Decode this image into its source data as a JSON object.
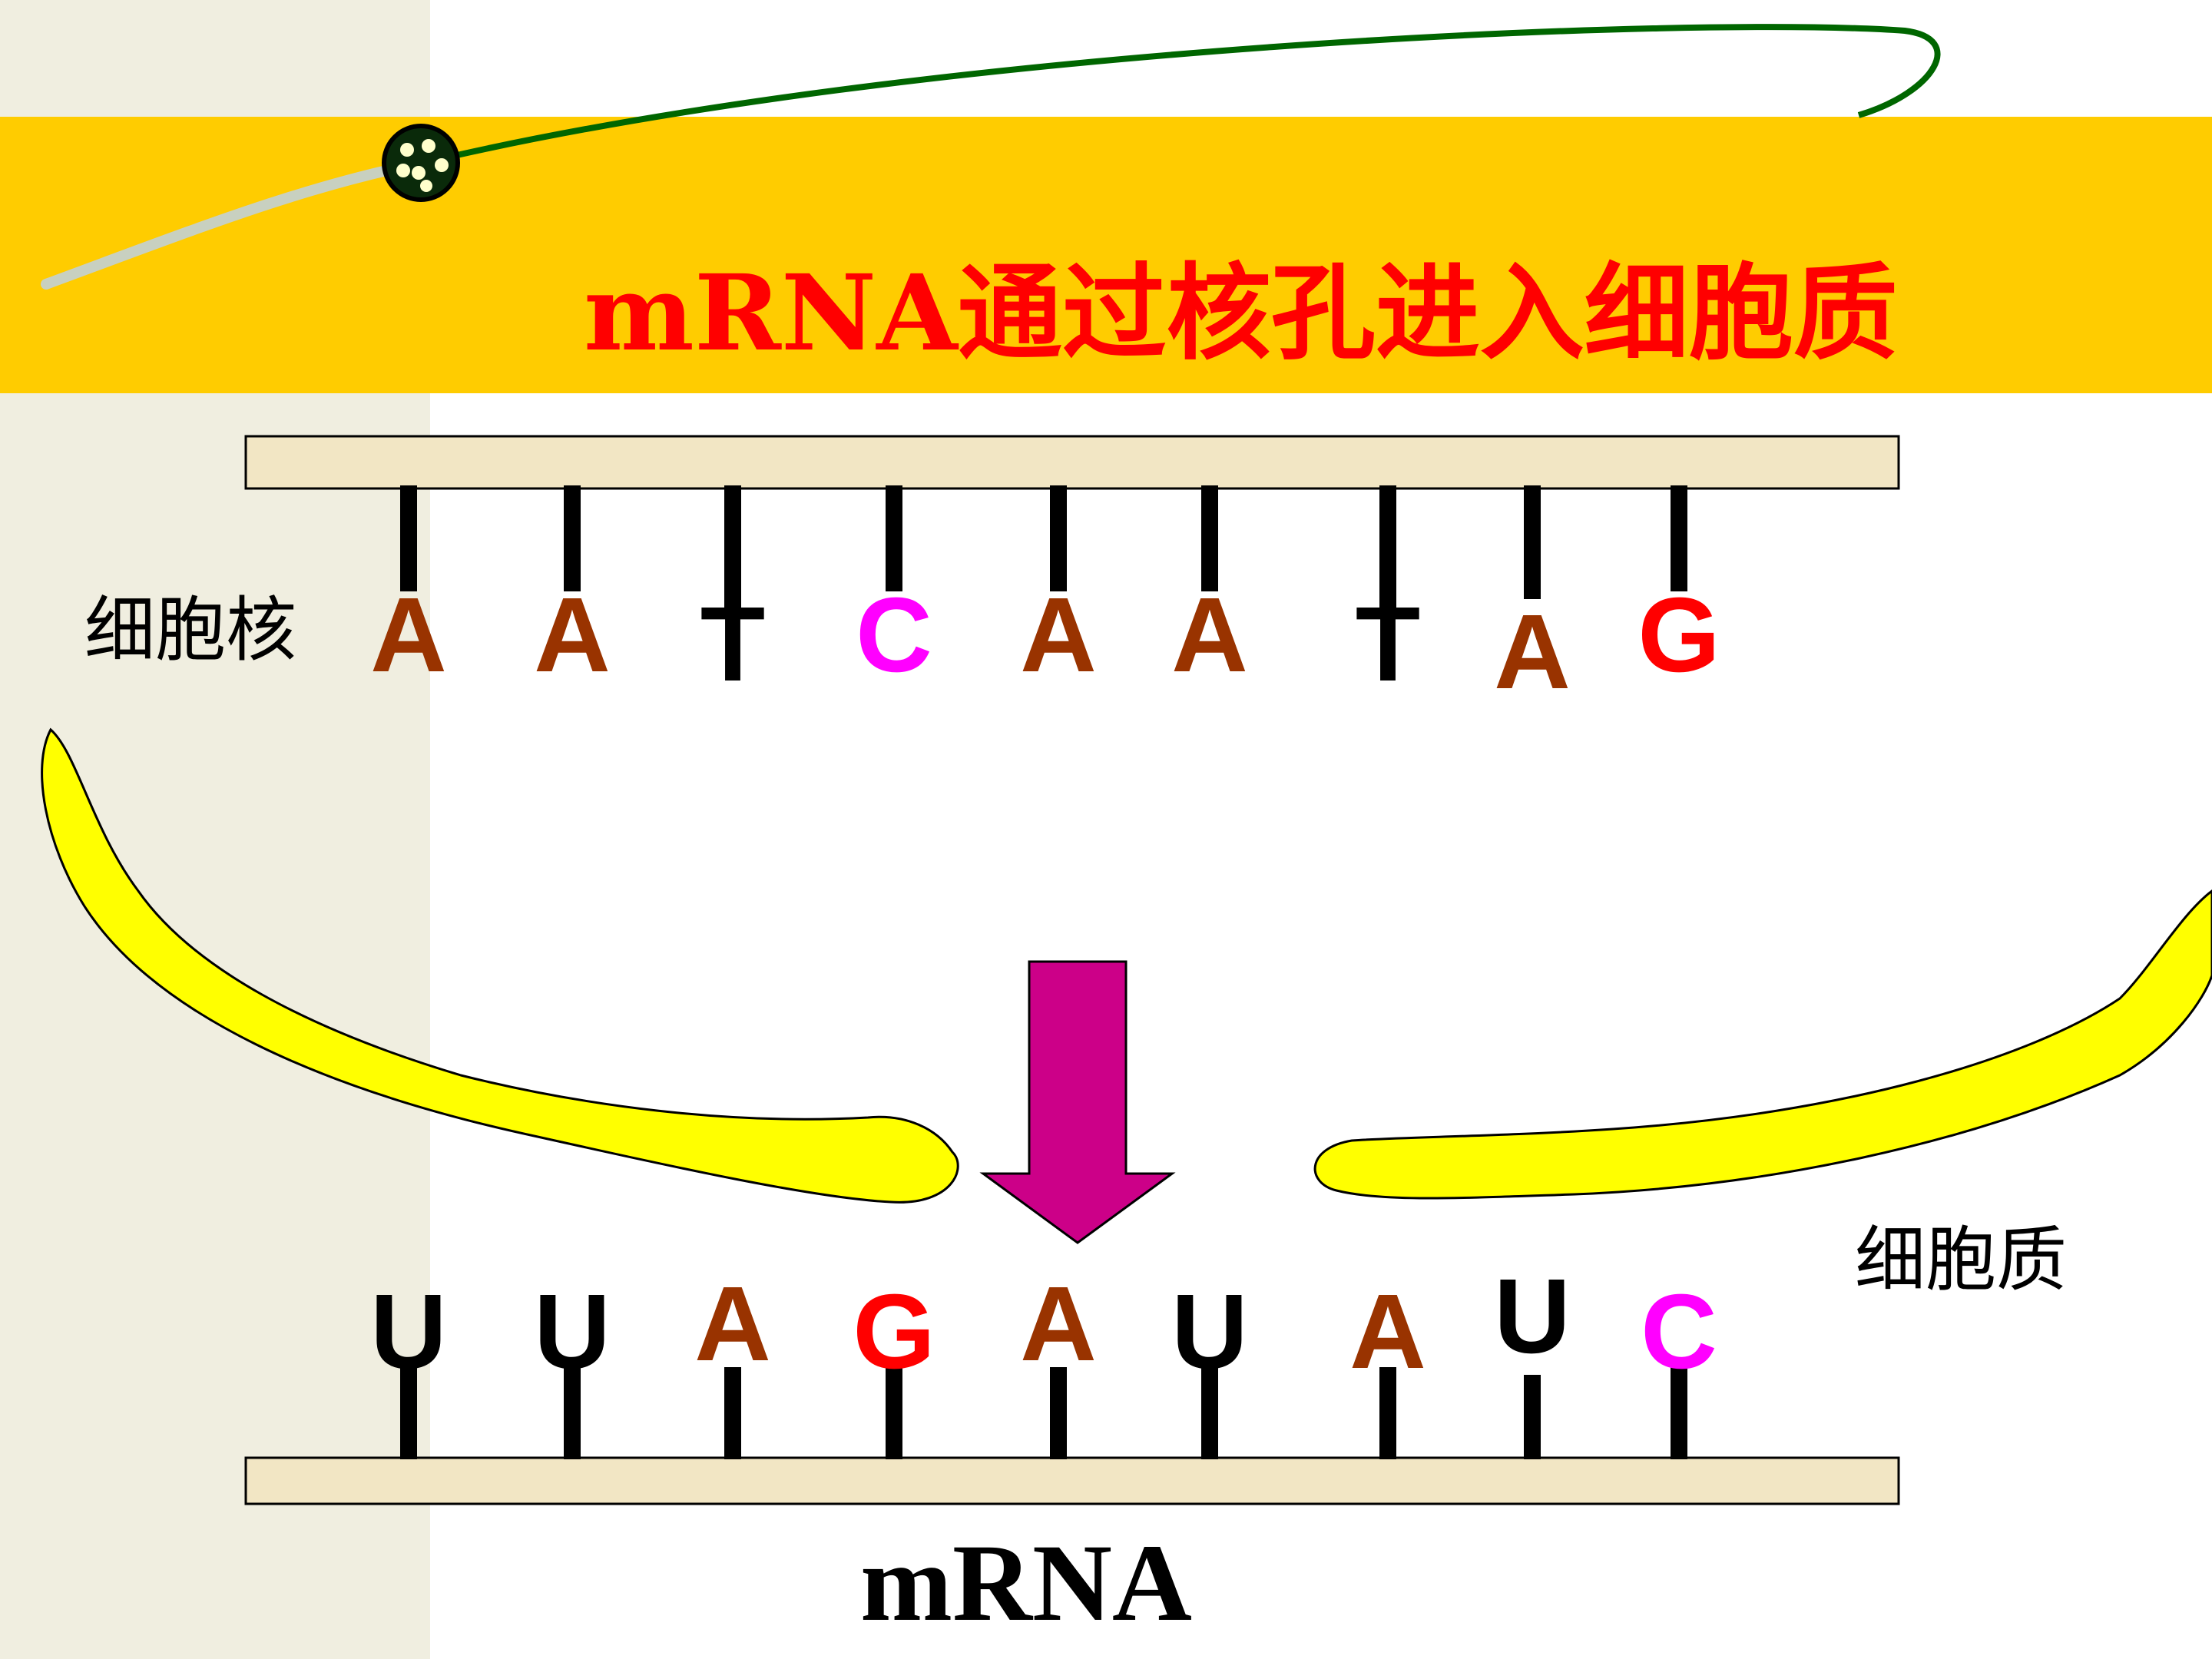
{
  "title": "mRNA通过核孔进入细胞质",
  "nucleus_label": "细胞核",
  "cytoplasm_label": "细胞质",
  "mrna_label": "mRNA",
  "colors": {
    "A": "#993300",
    "T": "#000000",
    "U": "#000000",
    "C": "#ff00ff",
    "G": "#ff0000",
    "header_band": "#ffcc00",
    "title_text": "#ff0000",
    "strand_backbone": "#f2e6c4",
    "membrane": "#ffff00",
    "arrow": "#cc0088",
    "orbit_line": "#006600"
  },
  "dna_strand": [
    {
      "base": "A"
    },
    {
      "base": "A"
    },
    {
      "base": "T"
    },
    {
      "base": "C"
    },
    {
      "base": "A"
    },
    {
      "base": "A"
    },
    {
      "base": "T"
    },
    {
      "base": "A"
    },
    {
      "base": "G"
    }
  ],
  "mrna_strand": [
    {
      "base": "U"
    },
    {
      "base": "U"
    },
    {
      "base": "A"
    },
    {
      "base": "G"
    },
    {
      "base": "A"
    },
    {
      "base": "U"
    },
    {
      "base": "A"
    },
    {
      "base": "U"
    },
    {
      "base": "C"
    }
  ]
}
